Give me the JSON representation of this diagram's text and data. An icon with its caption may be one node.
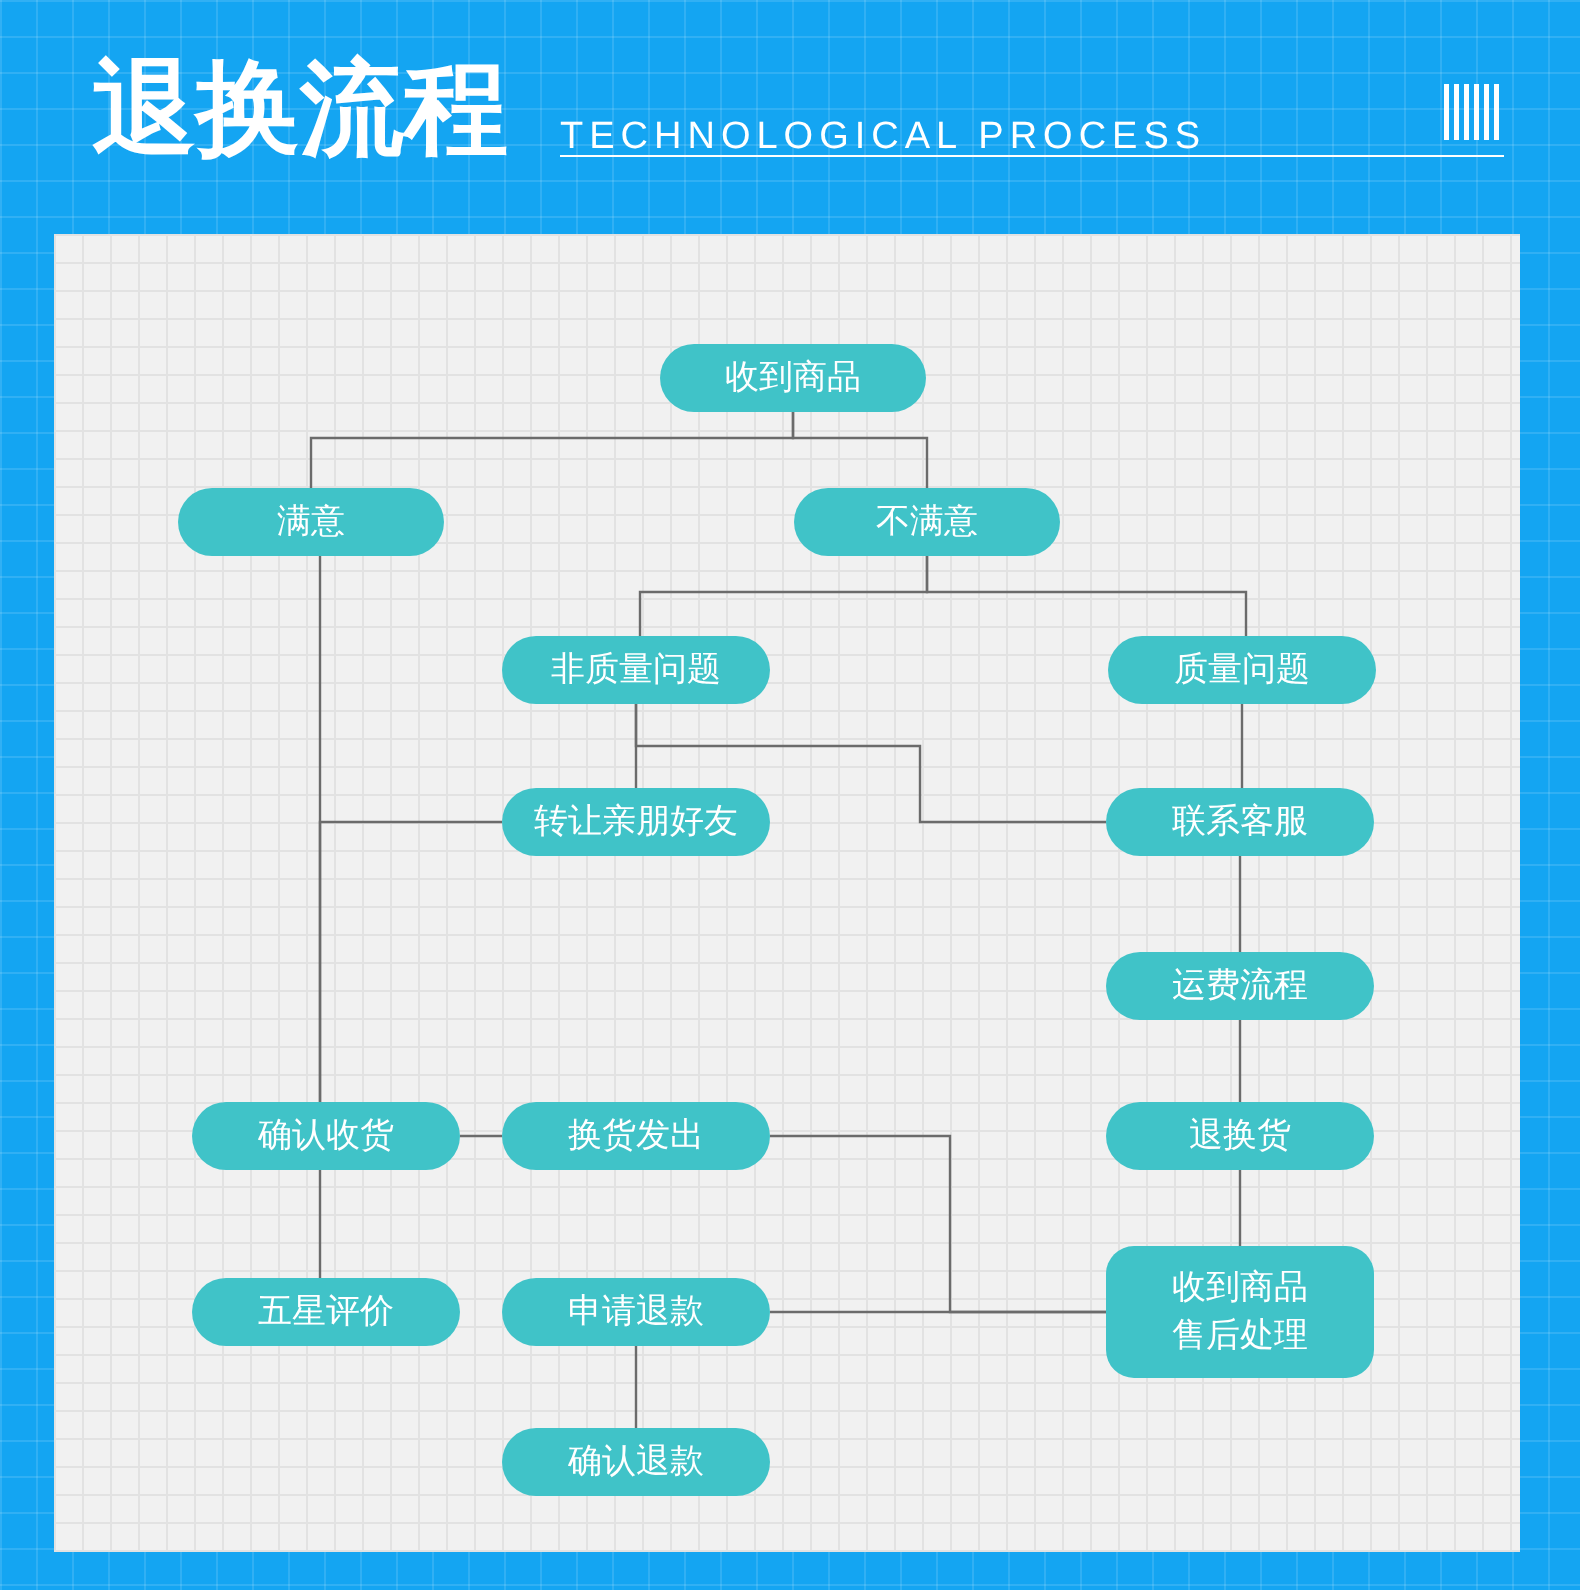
{
  "diagram": {
    "title": "退换流程",
    "nodes": [
      {
        "text": [
          "收到商品"
        ]
      },
      {
        "text": [
          "满意"
        ]
      },
      {
        "text": [
          "不满意"
        ]
      },
      {
        "text": [
          "非质量问题"
        ]
      },
      {
        "text": [
          "质量问题"
        ]
      },
      {
        "text": [
          "转让亲朋好友"
        ]
      },
      {
        "text": [
          "联系客服"
        ]
      },
      {
        "text": [
          "运费流程"
        ]
      },
      {
        "text": [
          "确认收货"
        ]
      },
      {
        "text": [
          "换货发出"
        ]
      },
      {
        "text": [
          "退换货"
        ]
      },
      {
        "text": [
          "五星评价"
        ]
      },
      {
        "text": [
          "申请退款"
        ]
      },
      {
        "text": [
          "收到商品售后处理"
        ]
      },
      {
        "text": [
          "确认退款"
        ]
      }
    ],
    "edges": [
      {
        "from": 0,
        "to": 1,
        "arrow": "none"
      },
      {
        "from": 0,
        "to": 2,
        "arrow": "none"
      },
      {
        "from": 1,
        "to": 8,
        "arrow": "none"
      },
      {
        "from": 2,
        "to": 3,
        "arrow": "none"
      },
      {
        "from": 2,
        "to": 4,
        "arrow": "none"
      },
      {
        "from": 3,
        "to": 5,
        "arrow": "none"
      },
      {
        "from": 3,
        "to": 6,
        "arrow": "none"
      },
      {
        "from": 5,
        "to": 8,
        "arrow": "none"
      },
      {
        "from": 4,
        "to": 6,
        "arrow": "none"
      },
      {
        "from": 6,
        "to": 7,
        "arrow": "none"
      },
      {
        "from": 7,
        "to": 10,
        "arrow": "none"
      },
      {
        "from": 10,
        "to": 13,
        "arrow": "none"
      },
      {
        "from": 8,
        "to": 9,
        "arrow": "none"
      },
      {
        "from": 8,
        "to": 11,
        "arrow": "none"
      },
      {
        "from": 9,
        "to": 13,
        "arrow": "none"
      },
      {
        "from": 12,
        "to": 13,
        "arrow": "none"
      },
      {
        "from": 12,
        "to": 14,
        "arrow": "none"
      }
    ],
    "labels": [
      "TECHNOLOGICAL PROCESS"
    ]
  }
}
